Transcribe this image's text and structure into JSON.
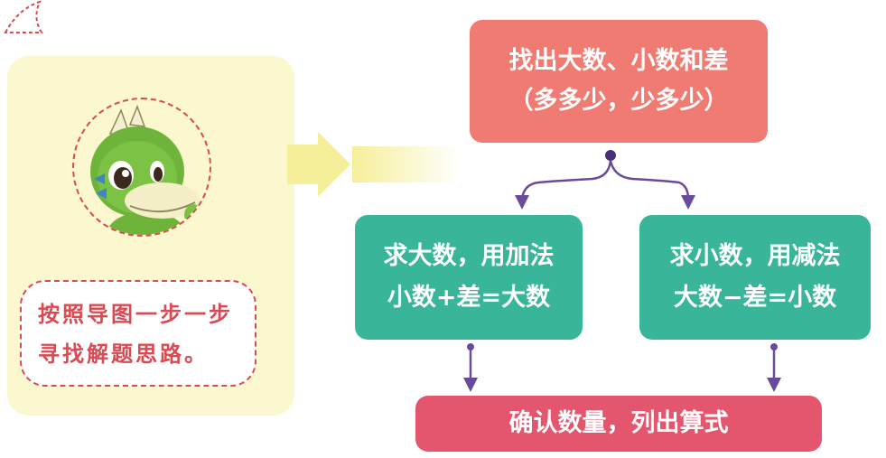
{
  "speech_bubble": {
    "lines": [
      "按照导图一步一步",
      "寻找解题思路。"
    ]
  },
  "flowchart": {
    "top": {
      "lines": [
        "找出大数、小数和差",
        "（多多少，少多少）"
      ]
    },
    "left": {
      "lines": [
        "求大数，用加法",
        "小数+差=大数"
      ]
    },
    "right": {
      "lines": [
        "求小数，用减法",
        "大数−差=小数"
      ]
    },
    "bottom": {
      "lines": [
        "确认数量，列出算式"
      ]
    }
  },
  "colors": {
    "panel": "#fbf7cf",
    "top_box": "#ef7b72",
    "branch_boxes": "#39b59a",
    "bottom_box": "#e4566d",
    "connector": "#6a4a9b",
    "dashed_outline": "#d94a52"
  },
  "icons": {
    "mascot": "green-dinosaur-mascot",
    "pointer": "arrow-right-icon"
  }
}
